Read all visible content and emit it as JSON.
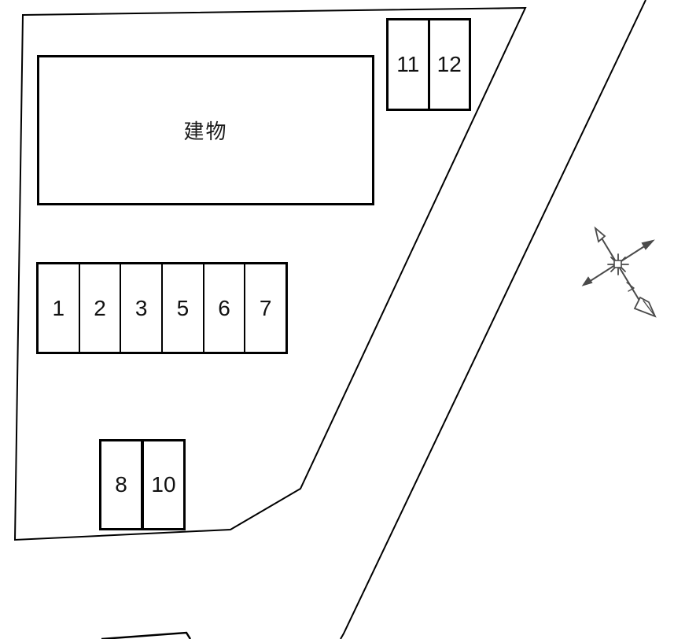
{
  "plan": {
    "building": {
      "label": "建物"
    },
    "rows": {
      "main": {
        "stalls": [
          "1",
          "2",
          "3",
          "5",
          "6",
          "7"
        ]
      },
      "lower": {
        "stalls": [
          "8",
          "10"
        ]
      },
      "upper": {
        "stalls": [
          "11",
          "12"
        ]
      }
    },
    "icons": {
      "compass": "compass-rose-icon"
    },
    "colors": {
      "line": "#000000",
      "background": "#ffffff",
      "compass": "#4a4a4a"
    }
  }
}
